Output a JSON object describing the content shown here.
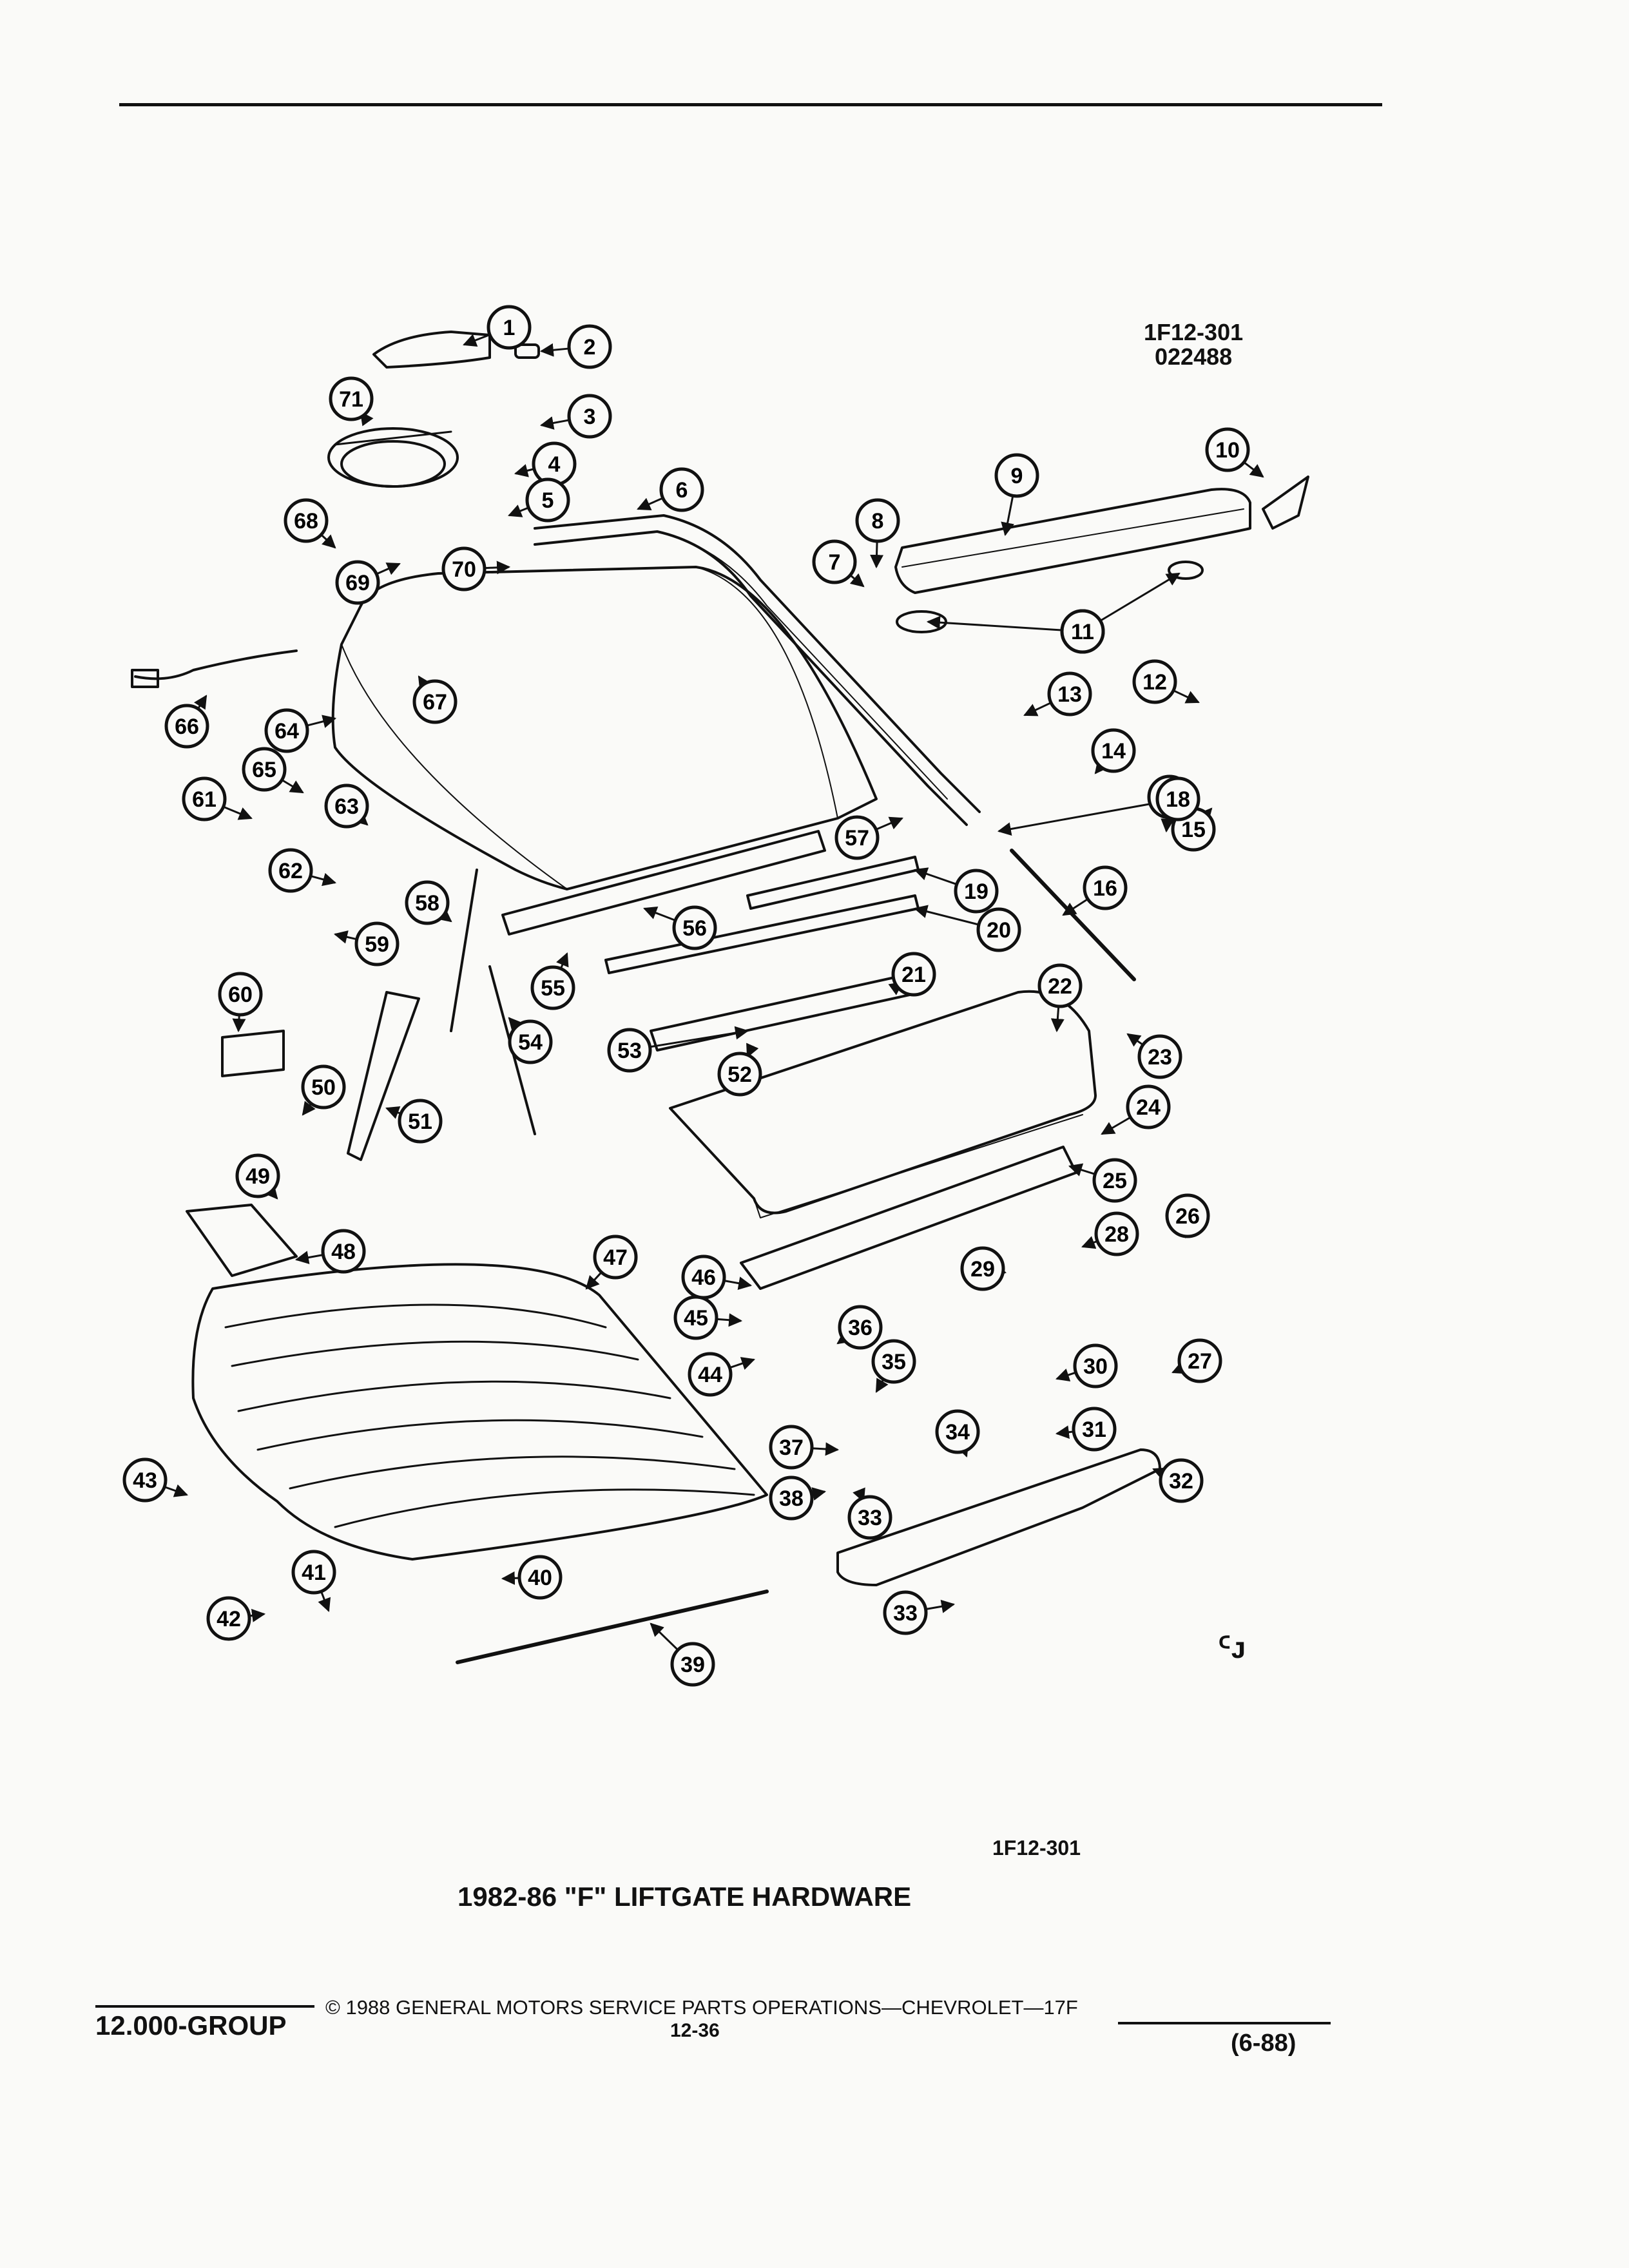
{
  "header": {
    "fig_code": "1F12-301",
    "fig_date": "022488"
  },
  "callouts": [
    "1",
    "2",
    "3",
    "4",
    "5",
    "6",
    "7",
    "8",
    "9",
    "10",
    "11",
    "11",
    "12",
    "13",
    "14",
    "15",
    "16",
    "17",
    "18",
    "19",
    "20",
    "21",
    "22",
    "23",
    "24",
    "25",
    "26",
    "27",
    "28",
    "29",
    "30",
    "31",
    "32",
    "33",
    "33",
    "34",
    "35",
    "36",
    "37",
    "38",
    "39",
    "40",
    "41",
    "42",
    "43",
    "44",
    "45",
    "46",
    "47",
    "48",
    "49",
    "50",
    "51",
    "52",
    "53",
    "54",
    "55",
    "56",
    "57",
    "58",
    "59",
    "60",
    "61",
    "62",
    "63",
    "64",
    "65",
    "66",
    "67",
    "68",
    "69",
    "70",
    "71"
  ],
  "caption": {
    "fig_code": "1F12-301",
    "title": "1982-86 \"F\" LIFTGATE HARDWARE"
  },
  "footer": {
    "group": "12.000-GROUP",
    "copyright": "© 1988 GENERAL MOTORS SERVICE PARTS OPERATIONS—CHEVROLET—17F",
    "page": "12-36",
    "revision": "(6-88)"
  },
  "marks": {
    "corner_mark": "ᑦᴊ"
  }
}
